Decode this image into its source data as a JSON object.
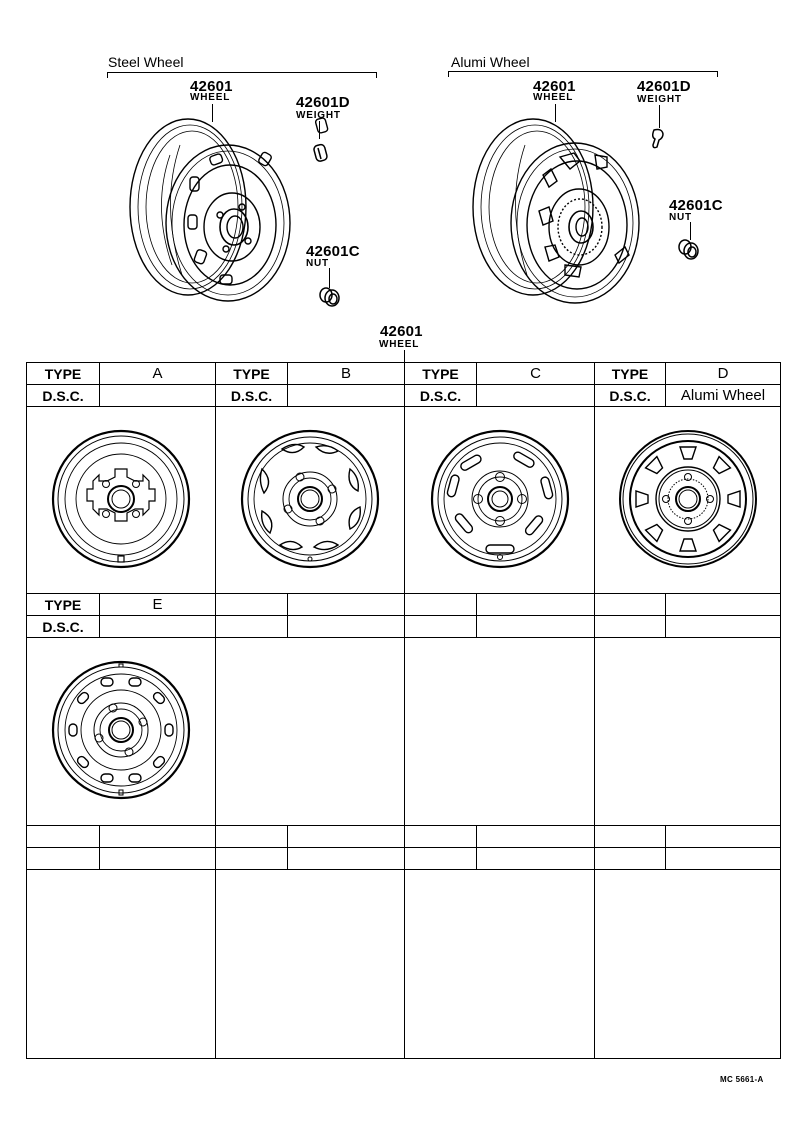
{
  "header": {
    "steel_section": {
      "title": "Steel Wheel",
      "wheel": {
        "part_no": "42601",
        "name": "WHEEL"
      },
      "weight": {
        "part_no": "42601D",
        "name": "WEIGHT"
      },
      "nut": {
        "part_no": "42601C",
        "name": "NUT"
      }
    },
    "alumi_section": {
      "title": "Alumi Wheel",
      "wheel": {
        "part_no": "42601",
        "name": "WHEEL"
      },
      "weight": {
        "part_no": "42601D",
        "name": "WEIGHT"
      },
      "nut": {
        "part_no": "42601C",
        "name": "NUT"
      }
    },
    "table_callout": {
      "part_no": "42601",
      "name": "WHEEL"
    }
  },
  "table": {
    "type_label": "TYPE",
    "dsc_label": "D.S.C.",
    "row1": [
      {
        "type": "A",
        "dsc": "",
        "illustration": "steel-wheel-type-a-icon"
      },
      {
        "type": "B",
        "dsc": "",
        "illustration": "steel-wheel-type-b-icon"
      },
      {
        "type": "C",
        "dsc": "",
        "illustration": "steel-wheel-type-c-icon"
      },
      {
        "type": "D",
        "dsc": "Alumi Wheel",
        "illustration": "alumi-wheel-type-d-icon"
      }
    ],
    "row2": [
      {
        "type": "E",
        "dsc": "",
        "illustration": "steel-wheel-type-e-icon"
      },
      {
        "type": "",
        "dsc": ""
      },
      {
        "type": "",
        "dsc": ""
      },
      {
        "type": "",
        "dsc": ""
      }
    ],
    "row3": [
      {
        "type": "",
        "dsc": ""
      },
      {
        "type": "",
        "dsc": ""
      },
      {
        "type": "",
        "dsc": ""
      },
      {
        "type": "",
        "dsc": ""
      }
    ]
  },
  "footer": {
    "drawing_code": "MC 5661-A"
  }
}
